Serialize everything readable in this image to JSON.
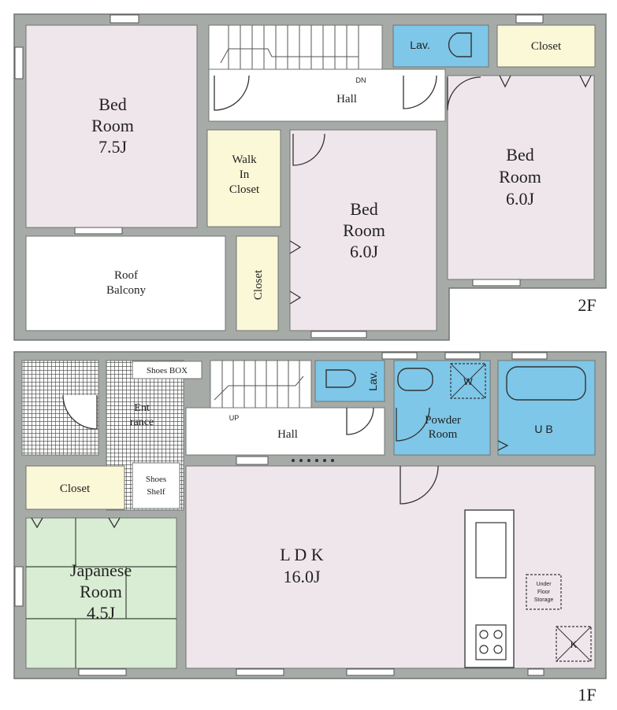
{
  "colors": {
    "wall": "#a6aba8",
    "wall_edge": "#6f7571",
    "room_pink": "#efe6ec",
    "wet_blue": "#7ec7e8",
    "closet_cream": "#fbf8d8",
    "tatami_green": "#d9ecd4",
    "hall_white": "#ffffff",
    "entrance_grid": "#333333"
  },
  "floor2": {
    "label": "2F",
    "bedroom_a": {
      "line1": "Bed",
      "line2": "Room",
      "line3": "7.5J"
    },
    "hall": {
      "label": "Hall",
      "stairs_label": "DN"
    },
    "lav": {
      "label": "Lav."
    },
    "closet_top": {
      "label": "Closet"
    },
    "walk_in": {
      "line1": "Walk",
      "line2": "In",
      "line3": "Closet"
    },
    "bedroom_b": {
      "line1": "Bed",
      "line2": "Room",
      "line3": "6.0J"
    },
    "bedroom_c": {
      "line1": "Bed",
      "line2": "Room",
      "line3": "6.0J"
    },
    "balcony": {
      "line1": "Roof",
      "line2": "Balcony"
    },
    "closet_mid": {
      "label": "Closet"
    }
  },
  "floor1": {
    "label": "1F",
    "shoes_box": {
      "label": "Shoes BOX"
    },
    "entrance": {
      "line1": "Ent",
      "line2": "rance"
    },
    "shoes_shelf": {
      "line1": "Shoes",
      "line2": "Shelf"
    },
    "hall": {
      "label": "Hall",
      "stairs_label": "UP"
    },
    "lav": {
      "label": "Lav."
    },
    "washer": {
      "label": "W"
    },
    "powder_room": {
      "line1": "Powder",
      "line2": "Room"
    },
    "unit_bath": {
      "label": "U B"
    },
    "closet": {
      "label": "Closet"
    },
    "japanese_room": {
      "line1": "Japanese",
      "line2": "Room",
      "line3": "4.5J"
    },
    "ldk": {
      "line1": "L D K",
      "line2": "16.0J"
    },
    "storage": {
      "line1": "Under",
      "line2": "Floor",
      "line3": "Storage"
    },
    "kitchen_mark": {
      "label": "K"
    }
  }
}
